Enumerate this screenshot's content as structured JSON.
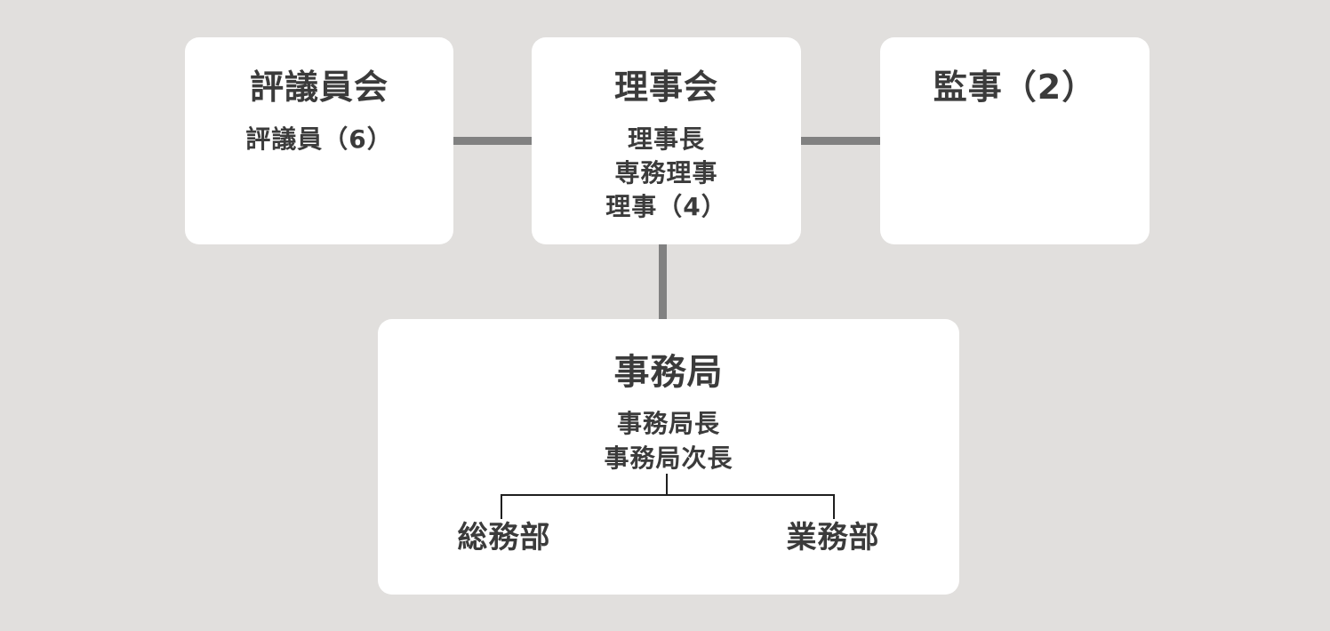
{
  "colors": {
    "background": "#e1dfdd",
    "node_background": "#ffffff",
    "text": "#3b3b3b",
    "connector_thick_gray": "#818181",
    "connector_thin_black": "#1f1f1f"
  },
  "nodes": {
    "council": {
      "title": "評議員会",
      "members": [
        "評議員（6）"
      ]
    },
    "board": {
      "title": "理事会",
      "members": [
        "理事長",
        "専務理事",
        "理事（4）"
      ]
    },
    "auditors": {
      "title": "監事（2）",
      "members": []
    },
    "secretariat": {
      "title": "事務局",
      "members": [
        "事務局長",
        "事務局次長"
      ],
      "departments": [
        "総務部",
        "業務部"
      ]
    }
  }
}
